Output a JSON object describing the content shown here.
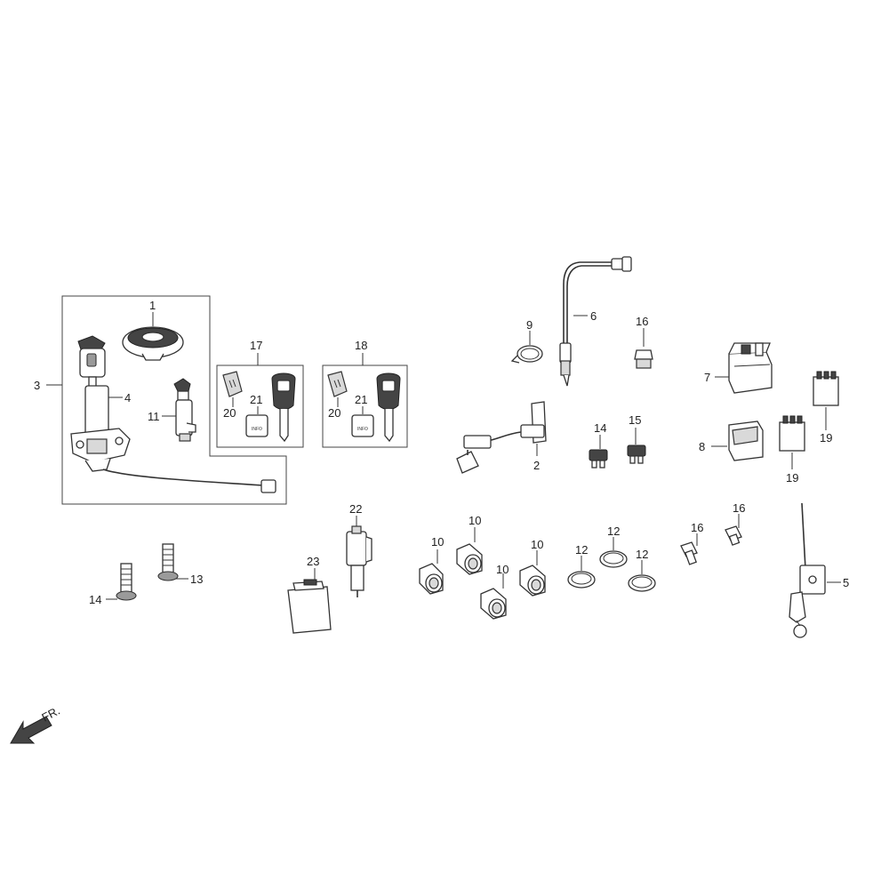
{
  "diagram": {
    "front_marker": "FR.",
    "parts": [
      {
        "id": "p1",
        "label": "1"
      },
      {
        "id": "p2",
        "label": "2"
      },
      {
        "id": "p3",
        "label": "3"
      },
      {
        "id": "p4",
        "label": "4"
      },
      {
        "id": "p5",
        "label": "5"
      },
      {
        "id": "p6",
        "label": "6"
      },
      {
        "id": "p7",
        "label": "7"
      },
      {
        "id": "p8",
        "label": "8"
      },
      {
        "id": "p9",
        "label": "9"
      },
      {
        "id": "p10a",
        "label": "10"
      },
      {
        "id": "p10b",
        "label": "10"
      },
      {
        "id": "p10c",
        "label": "10"
      },
      {
        "id": "p10d",
        "label": "10"
      },
      {
        "id": "p11",
        "label": "11"
      },
      {
        "id": "p12a",
        "label": "12"
      },
      {
        "id": "p12b",
        "label": "12"
      },
      {
        "id": "p12c",
        "label": "12"
      },
      {
        "id": "p13a",
        "label": "13"
      },
      {
        "id": "p13b",
        "label": "13"
      },
      {
        "id": "p14a",
        "label": "14"
      },
      {
        "id": "p14b",
        "label": "14"
      },
      {
        "id": "p15",
        "label": "15"
      },
      {
        "id": "p16a",
        "label": "16"
      },
      {
        "id": "p16b",
        "label": "16"
      },
      {
        "id": "p17",
        "label": "17"
      },
      {
        "id": "p18",
        "label": "18"
      },
      {
        "id": "p19a",
        "label": "19"
      },
      {
        "id": "p19b",
        "label": "19"
      },
      {
        "id": "p20a",
        "label": "20"
      },
      {
        "id": "p20b",
        "label": "20"
      },
      {
        "id": "p21a",
        "label": "21"
      },
      {
        "id": "p21b",
        "label": "21"
      },
      {
        "id": "p22",
        "label": "22"
      },
      {
        "id": "p23",
        "label": "23"
      }
    ]
  }
}
